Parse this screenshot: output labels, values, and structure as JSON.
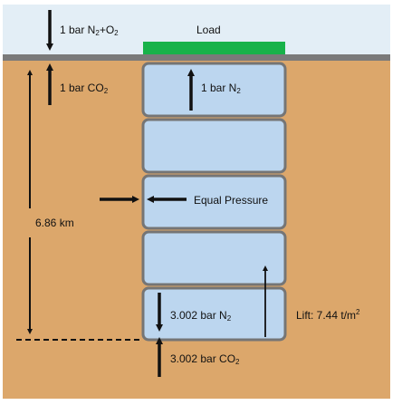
{
  "colors": {
    "air": "#e3eef6",
    "soil": "#dca76b",
    "ground_line": "#7a7a7a",
    "load": "#18b24a",
    "cell_fill": "#bcd6ef",
    "cell_border": "#757575",
    "arrow": "#111111",
    "text": "#111111"
  },
  "labels": {
    "top_pressure": {
      "pre": "1 bar N",
      "sub1": "2",
      "mid": "+O",
      "sub2": "2"
    },
    "load": "Load",
    "surface_gas": {
      "pre": "1 bar CO",
      "sub": "2"
    },
    "top_cell_gas": {
      "pre": "1 bar N",
      "sub": "2"
    },
    "equal_pressure": "Equal Pressure",
    "depth": "6.86 km",
    "bottom_cell_gas": {
      "pre": "3.002 bar N",
      "sub": "2"
    },
    "lift": {
      "pre": "Lift: 7.44 t/m",
      "sup": "2"
    },
    "bottom_gas": {
      "pre": "3.002 bar CO",
      "sub": "2"
    }
  },
  "diagram": {
    "cell_count": 5,
    "depth_km": 6.86,
    "surface_pressure_bar": 1,
    "bottom_pressure_bar": 3.002,
    "lift_t_per_m2": 7.44
  }
}
